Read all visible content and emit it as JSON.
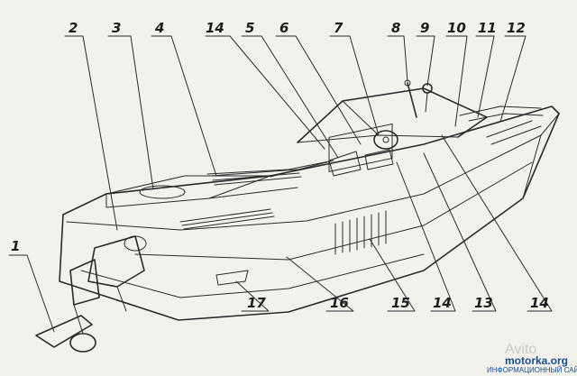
{
  "figure": {
    "callout_numbers": [
      "1",
      "2",
      "3",
      "4",
      "14",
      "5",
      "6",
      "7",
      "8",
      "9",
      "10",
      "11",
      "12",
      "17",
      "16",
      "15",
      "14",
      "13",
      "14"
    ]
  },
  "watermark": {
    "site": "motorka.org",
    "subtitle": "ИНФОРМАЦИОННЫЙ САЙТ",
    "brand": "Avito"
  },
  "colors": {
    "paper": "#f3f1ec",
    "ink": "#2b2b2b",
    "watermark_blue": "#1a4f8a"
  }
}
